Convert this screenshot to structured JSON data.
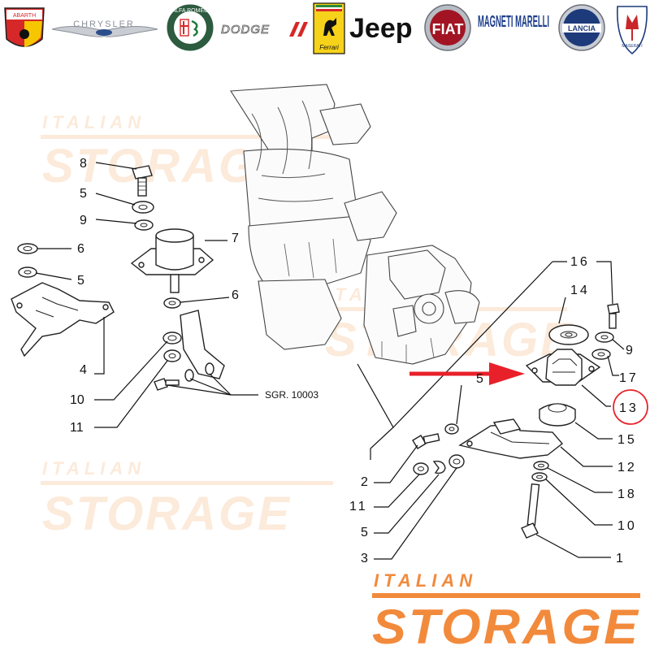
{
  "brand_bar": {
    "logos": [
      {
        "name": "abarth-logo",
        "text": "ABARTH"
      },
      {
        "name": "chrysler-logo",
        "text": "CHRYSLER"
      },
      {
        "name": "alfa-romeo-logo",
        "text": "ALFA ROMEO"
      },
      {
        "name": "dodge-logo",
        "text": "DODGE"
      },
      {
        "name": "ferrari-logo",
        "text": "Ferrari"
      },
      {
        "name": "jeep-logo",
        "text": "Jeep"
      },
      {
        "name": "fiat-logo",
        "text": "FIAT"
      },
      {
        "name": "magneti-marelli-logo",
        "text": "MAGNETI MARELLI"
      },
      {
        "name": "lancia-logo",
        "text": "LANCIA"
      },
      {
        "name": "maserati-logo",
        "text": "MASERATI"
      }
    ]
  },
  "watermark": {
    "line1": "ITALIAN",
    "line2": "STORAGE",
    "color": "#f28a3c",
    "faint_color": "#fbd9bd"
  },
  "diagram": {
    "reference_note": "SGR. 10003",
    "highlight_color": "#e8202a",
    "circled_label": "13",
    "labels": {
      "l8": "8",
      "l5a": "5",
      "l9a": "9",
      "l7": "7",
      "l6a": "6",
      "l5b": "5",
      "l6b": "6",
      "l4": "4",
      "l10a": "10",
      "l11a": "11",
      "l16": "16",
      "l14": "14",
      "l9b": "9",
      "l17": "17",
      "l5c": "5",
      "l13": "13",
      "l15": "15",
      "l12": "12",
      "l2": "2",
      "l18": "18",
      "l11b": "11",
      "l10b": "10",
      "l5d": "5",
      "l3": "3",
      "l1": "1"
    }
  }
}
